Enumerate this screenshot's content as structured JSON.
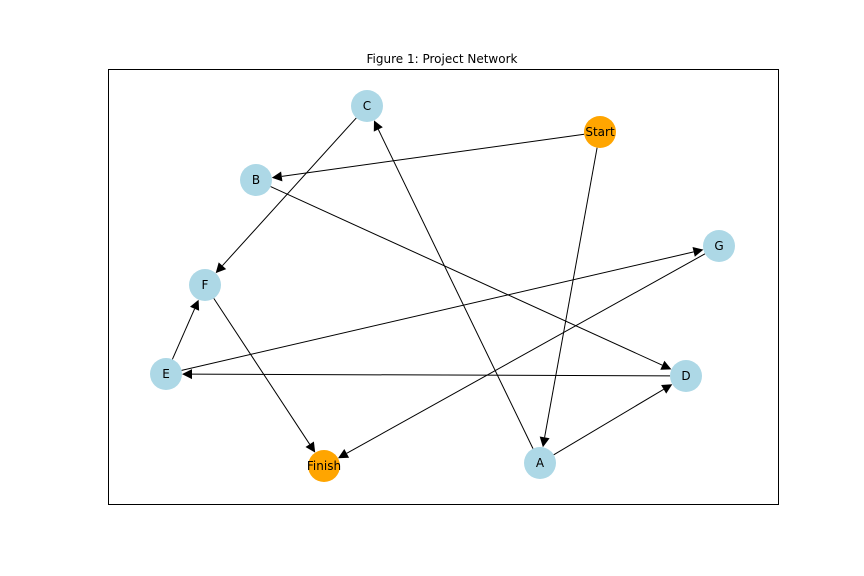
{
  "figure": {
    "title": "Figure 1: Project Network"
  },
  "colors": {
    "task_node": "#add8e6",
    "terminal_node": "#ffa500",
    "edge": "#000000",
    "frame": "#000000"
  },
  "nodes": [
    {
      "id": "Start",
      "label": "Start",
      "kind": "terminal"
    },
    {
      "id": "A",
      "label": "A",
      "kind": "task"
    },
    {
      "id": "B",
      "label": "B",
      "kind": "task"
    },
    {
      "id": "C",
      "label": "C",
      "kind": "task"
    },
    {
      "id": "D",
      "label": "D",
      "kind": "task"
    },
    {
      "id": "E",
      "label": "E",
      "kind": "task"
    },
    {
      "id": "F",
      "label": "F",
      "kind": "task"
    },
    {
      "id": "G",
      "label": "G",
      "kind": "task"
    },
    {
      "id": "Finish",
      "label": "Finish",
      "kind": "terminal"
    }
  ],
  "edges": [
    {
      "from": "Start",
      "to": "B"
    },
    {
      "from": "Start",
      "to": "A"
    },
    {
      "from": "A",
      "to": "C"
    },
    {
      "from": "A",
      "to": "D"
    },
    {
      "from": "B",
      "to": "D"
    },
    {
      "from": "C",
      "to": "F"
    },
    {
      "from": "D",
      "to": "E"
    },
    {
      "from": "E",
      "to": "F"
    },
    {
      "from": "E",
      "to": "G"
    },
    {
      "from": "F",
      "to": "Finish"
    },
    {
      "from": "G",
      "to": "Finish"
    }
  ]
}
